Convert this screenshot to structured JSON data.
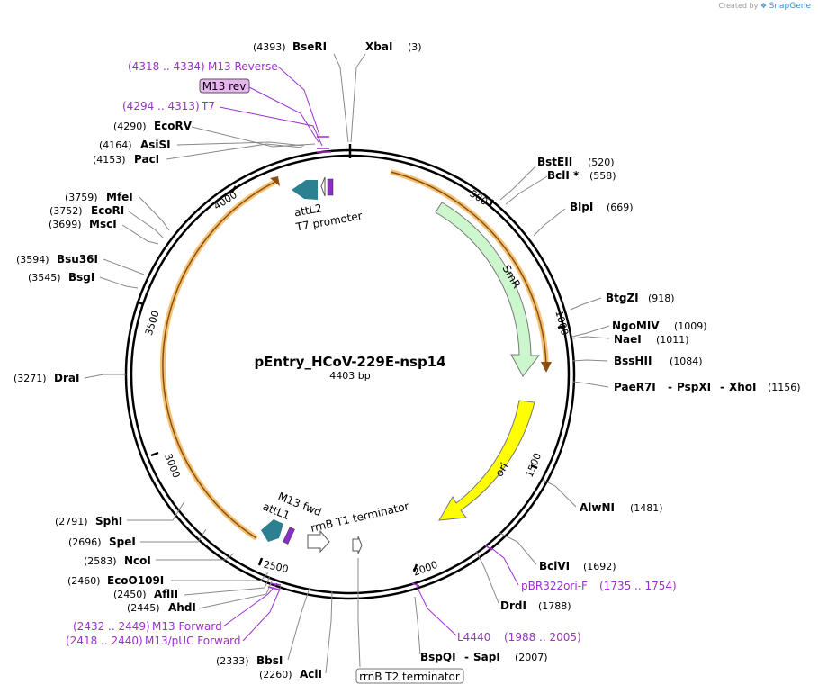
{
  "credit": {
    "prefix": "Created by",
    "brand": "SnapGene"
  },
  "plasmid": {
    "name": "pEntry_HCoV-229E-nsp14",
    "length_label": "4403 bp",
    "length": 4403
  },
  "colors": {
    "backbone": "#000000",
    "primer": "#9b30d0",
    "smr": "#ccf7cc",
    "ori": "#ffff00",
    "att": "#2d7f92",
    "orf": "#e8a63a"
  },
  "ticks": [
    "500",
    "1000",
    "1500",
    "2000",
    "2500",
    "3000",
    "3500",
    "4000"
  ],
  "sites": [
    {
      "name": "BseRI",
      "num": "(4393)"
    },
    {
      "name": "XbaI",
      "num": "(3)"
    },
    {
      "name": "EcoRV",
      "num": "(4290)"
    },
    {
      "name": "AsiSI",
      "num": "(4164)"
    },
    {
      "name": "PacI",
      "num": "(4153)"
    },
    {
      "name": "MfeI",
      "num": "(3759)"
    },
    {
      "name": "EcoRI",
      "num": "(3752)"
    },
    {
      "name": "MscI",
      "num": "(3699)"
    },
    {
      "name": "Bsu36I",
      "num": "(3594)"
    },
    {
      "name": "BsgI",
      "num": "(3545)"
    },
    {
      "name": "DraI",
      "num": "(3271)"
    },
    {
      "name": "SphI",
      "num": "(2791)"
    },
    {
      "name": "SpeI",
      "num": "(2696)"
    },
    {
      "name": "NcoI",
      "num": "(2583)"
    },
    {
      "name": "EcoO109I",
      "num": "(2460)"
    },
    {
      "name": "AflII",
      "num": "(2450)"
    },
    {
      "name": "AhdI",
      "num": "(2445)"
    },
    {
      "name": "BbsI",
      "num": "(2333)"
    },
    {
      "name": "AclI",
      "num": "(2260)"
    },
    {
      "name": "BstEII",
      "num": "(520)"
    },
    {
      "name": "BclI *",
      "num": "(558)"
    },
    {
      "name": "BlpI",
      "num": "(669)"
    },
    {
      "name": "BtgZI",
      "num": "(918)"
    },
    {
      "name": "NgoMIV",
      "num": "(1009)"
    },
    {
      "name": "NaeI",
      "num": "(1011)"
    },
    {
      "name": "BssHII",
      "num": "(1084)"
    },
    {
      "name": "PaeR7I",
      "name2": "PspXI",
      "name3": "XhoI",
      "num": "(1156)"
    },
    {
      "name": "AlwNI",
      "num": "(1481)"
    },
    {
      "name": "BciVI",
      "num": "(1692)"
    },
    {
      "name": "DrdI",
      "num": "(1788)"
    },
    {
      "name": "BspQI",
      "name2": "SapI",
      "num": "(2007)"
    }
  ],
  "primers": [
    {
      "range": "(4318 .. 4334)",
      "name": "M13 Reverse"
    },
    {
      "range": "(4294 .. 4313)",
      "name": "T7"
    },
    {
      "range": "(2432 .. 2449)",
      "name": "M13 Forward"
    },
    {
      "range": "(2418 .. 2440)",
      "name": "M13/pUC Forward"
    },
    {
      "range": "(1735 .. 1754)",
      "name": "pBR322ori-F"
    },
    {
      "range": "(1988 .. 2005)",
      "name": "L4440"
    }
  ],
  "boxed_labels": {
    "m13rev": "M13 rev",
    "rrnb_t2": "rrnB T2 terminator"
  },
  "features": {
    "smr": "SmR",
    "ori": "ori",
    "attl2": "attL2",
    "t7_promoter": "T7 promoter",
    "m13_fwd": "M13 fwd",
    "attl1": "attL1",
    "rrnb_t1": "rrnB T1 terminator"
  }
}
